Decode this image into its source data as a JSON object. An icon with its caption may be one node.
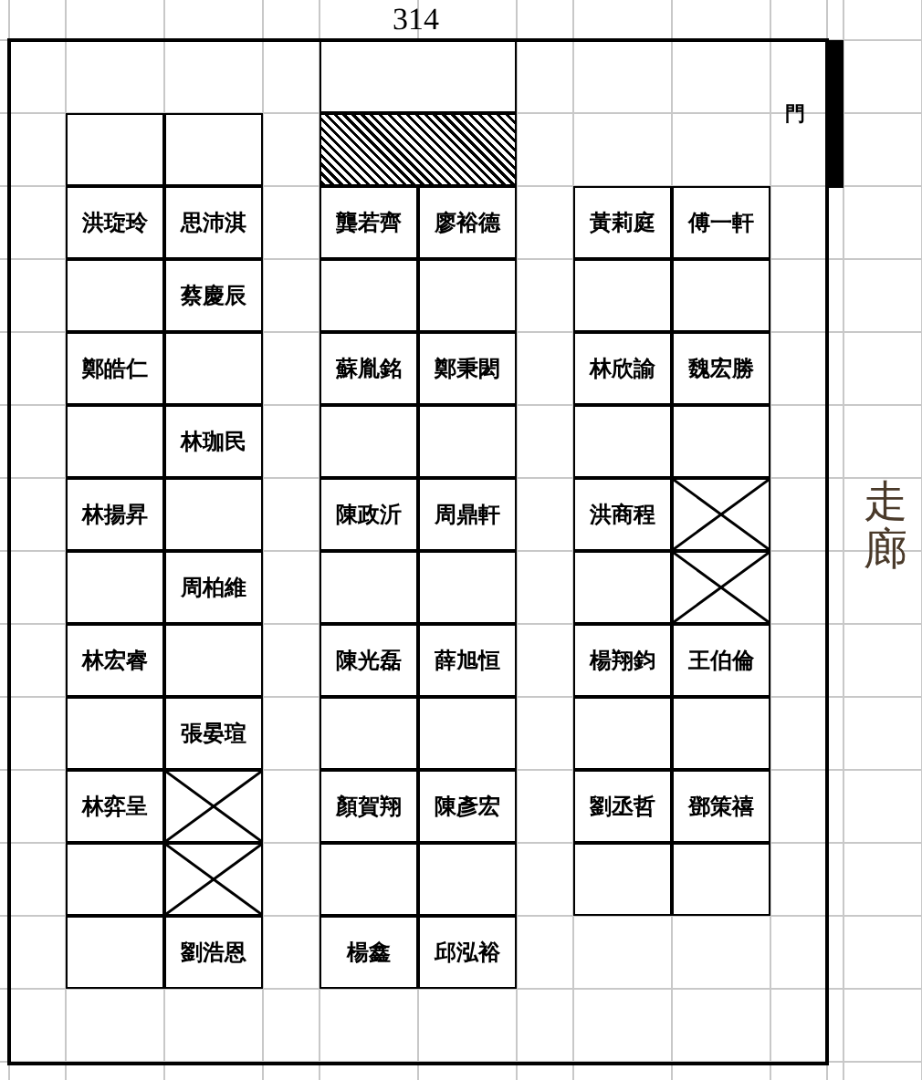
{
  "diagram": {
    "nodes": [
      {
        "text": [],
        "shape": "box"
      },
      {
        "text": [],
        "shape": "box"
      },
      {
        "text": [],
        "shape": "box"
      },
      {
        "text": [],
        "shape": "box"
      },
      {
        "text": [
          "洪琁玲"
        ]
      },
      {
        "text": [
          "思沛淇"
        ]
      },
      {
        "text": [
          "龔若齊"
        ]
      },
      {
        "text": [
          "廖裕德"
        ]
      },
      {
        "text": [
          "黃莉庭"
        ]
      },
      {
        "text": [
          "傅一軒"
        ]
      },
      {
        "text": [],
        "shape": "box"
      },
      {
        "text": [
          "蔡慶辰"
        ]
      },
      {
        "text": [],
        "shape": "box"
      },
      {
        "text": [],
        "shape": "box"
      },
      {
        "text": [],
        "shape": "box"
      },
      {
        "text": [],
        "shape": "box"
      },
      {
        "text": [
          "鄭皓仁"
        ]
      },
      {
        "text": [],
        "shape": "box"
      },
      {
        "text": [
          "蘇胤銘"
        ]
      },
      {
        "text": [
          "鄭秉閎"
        ]
      },
      {
        "text": [
          "林欣諭"
        ]
      },
      {
        "text": [
          "魏宏勝"
        ]
      },
      {
        "text": [],
        "shape": "box"
      },
      {
        "text": [
          "林珈民"
        ]
      },
      {
        "text": [],
        "shape": "box"
      },
      {
        "text": [],
        "shape": "box"
      },
      {
        "text": [],
        "shape": "box"
      },
      {
        "text": [],
        "shape": "box"
      },
      {
        "text": [
          "林揚昇"
        ]
      },
      {
        "text": [],
        "shape": "box"
      },
      {
        "text": [
          "陳政沂"
        ]
      },
      {
        "text": [
          "周鼎軒"
        ]
      },
      {
        "text": [
          "洪商程"
        ]
      },
      {
        "text": [],
        "shape": "cross"
      },
      {
        "text": [],
        "shape": "box"
      },
      {
        "text": [
          "周柏維"
        ]
      },
      {
        "text": [],
        "shape": "box"
      },
      {
        "text": [],
        "shape": "box"
      },
      {
        "text": [],
        "shape": "box"
      },
      {
        "text": [],
        "shape": "cross"
      },
      {
        "text": [
          "林宏睿"
        ]
      },
      {
        "text": [],
        "shape": "box"
      },
      {
        "text": [
          "陳光磊"
        ]
      },
      {
        "text": [
          "薛旭恒"
        ]
      },
      {
        "text": [
          "楊翔鈞"
        ]
      },
      {
        "text": [
          "王伯倫"
        ]
      },
      {
        "text": [],
        "shape": "box"
      },
      {
        "text": [
          "張晏瑄"
        ]
      },
      {
        "text": [],
        "shape": "box"
      },
      {
        "text": [],
        "shape": "box"
      },
      {
        "text": [],
        "shape": "box"
      },
      {
        "text": [],
        "shape": "box"
      },
      {
        "text": [
          "林弈呈"
        ]
      },
      {
        "text": [],
        "shape": "cross"
      },
      {
        "text": [
          "顏賀翔"
        ]
      },
      {
        "text": [
          "陳彥宏"
        ]
      },
      {
        "text": [
          "劉丞哲"
        ]
      },
      {
        "text": [
          "鄧策禧"
        ]
      },
      {
        "text": [],
        "shape": "box"
      },
      {
        "text": [],
        "shape": "cross"
      },
      {
        "text": [],
        "shape": "box"
      },
      {
        "text": [],
        "shape": "box"
      },
      {
        "text": [],
        "shape": "box"
      },
      {
        "text": [],
        "shape": "box"
      },
      {
        "text": [],
        "shape": "box"
      },
      {
        "text": [
          "劉浩恩"
        ]
      },
      {
        "text": [
          "楊鑫"
        ]
      },
      {
        "text": [
          "邱泓裕"
        ]
      }
    ],
    "labels": [
      "314",
      "門",
      "走廊"
    ]
  }
}
